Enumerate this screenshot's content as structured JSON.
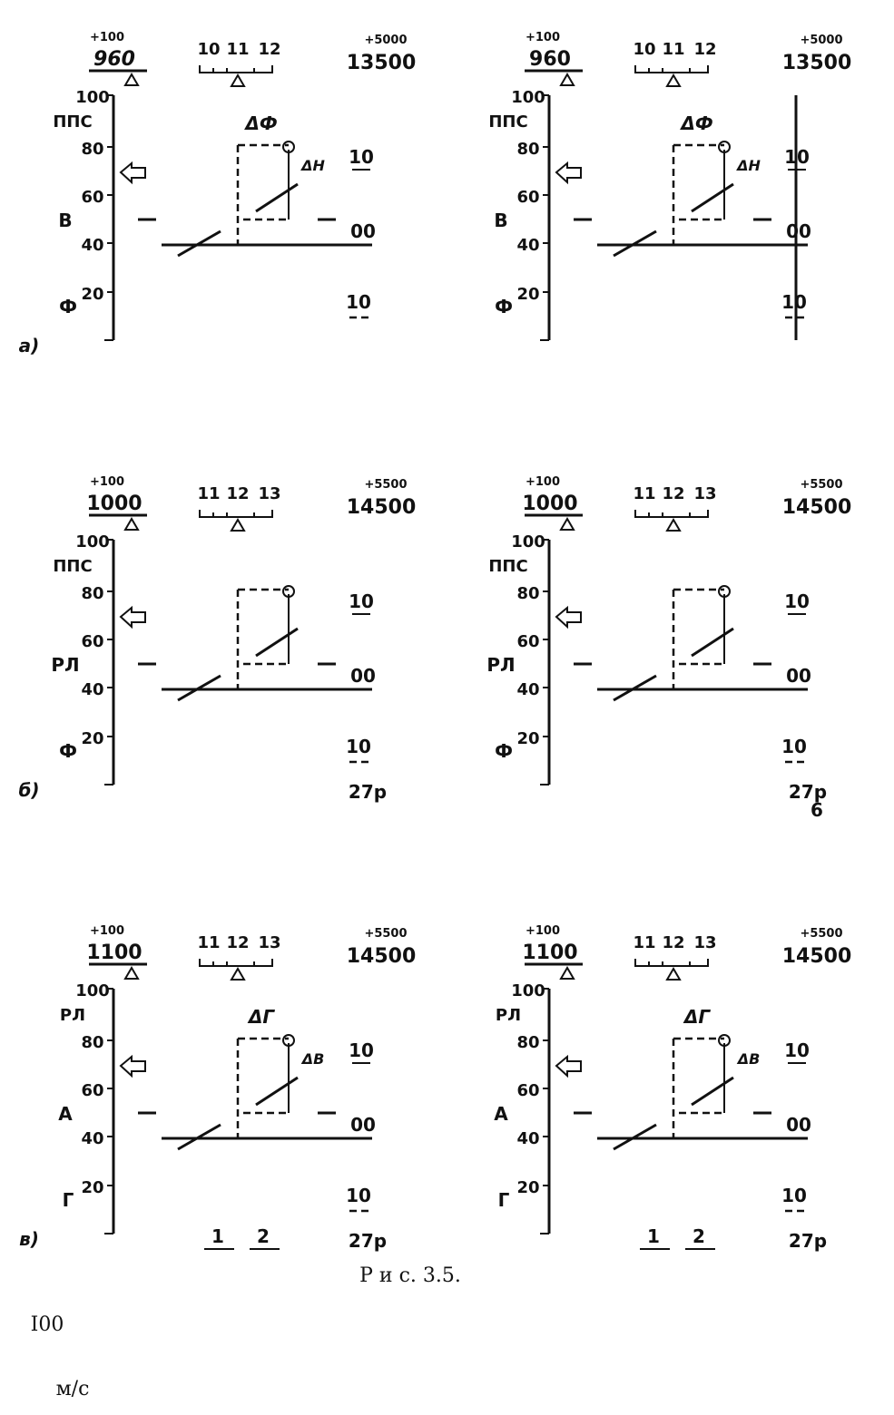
{
  "figure": {
    "caption": "Р и с. 3.5.",
    "footer_line1": "I00",
    "footer_line2": "м/с"
  },
  "panels": [
    {
      "id": "a",
      "marker": "а)",
      "speed_small": "+100",
      "speed": "960",
      "heading_ticks": [
        "10",
        "11",
        "12"
      ],
      "alt_small": "+5000",
      "alt": "13500",
      "scale_ticks": [
        "100",
        "80",
        "60",
        "40",
        "20"
      ],
      "mode_top": "ППС",
      "mode_mid": "В",
      "mode_low": "Ф",
      "pitch_top": "10",
      "pitch_mid": "00",
      "pitch_low": "10",
      "delta_h_label": "ΔФ",
      "delta_v_label": "ΔH",
      "bottom_right": "",
      "bottom_extra": ""
    },
    {
      "id": "b",
      "marker": "б)",
      "speed_small": "+100",
      "speed": "1000",
      "heading_ticks": [
        "11",
        "12",
        "13"
      ],
      "alt_small": "+5500",
      "alt": "14500",
      "scale_ticks": [
        "100",
        "80",
        "60",
        "40",
        "20"
      ],
      "mode_top": "ППС",
      "mode_mid": "РЛ",
      "mode_low": "Ф",
      "pitch_top": "10",
      "pitch_mid": "00",
      "pitch_low": "10",
      "delta_h_label": "",
      "delta_v_label": "",
      "bottom_right": "27р",
      "bottom_extra": "6"
    },
    {
      "id": "c",
      "marker": "в)",
      "speed_small": "+100",
      "speed": "1100",
      "heading_ticks": [
        "11",
        "12",
        "13"
      ],
      "alt_small": "+5500",
      "alt": "14500",
      "scale_ticks": [
        "100",
        "80",
        "60",
        "40",
        "20"
      ],
      "mode_top": "РЛ",
      "mode_mid": "А",
      "mode_low": "Г",
      "pitch_top": "10",
      "pitch_mid": "00",
      "pitch_low": "10",
      "delta_h_label": "ΔГ",
      "delta_v_label": "ΔВ",
      "bottom_right": "27р",
      "bottom_extra": "",
      "legend": [
        "1",
        "2"
      ]
    }
  ]
}
